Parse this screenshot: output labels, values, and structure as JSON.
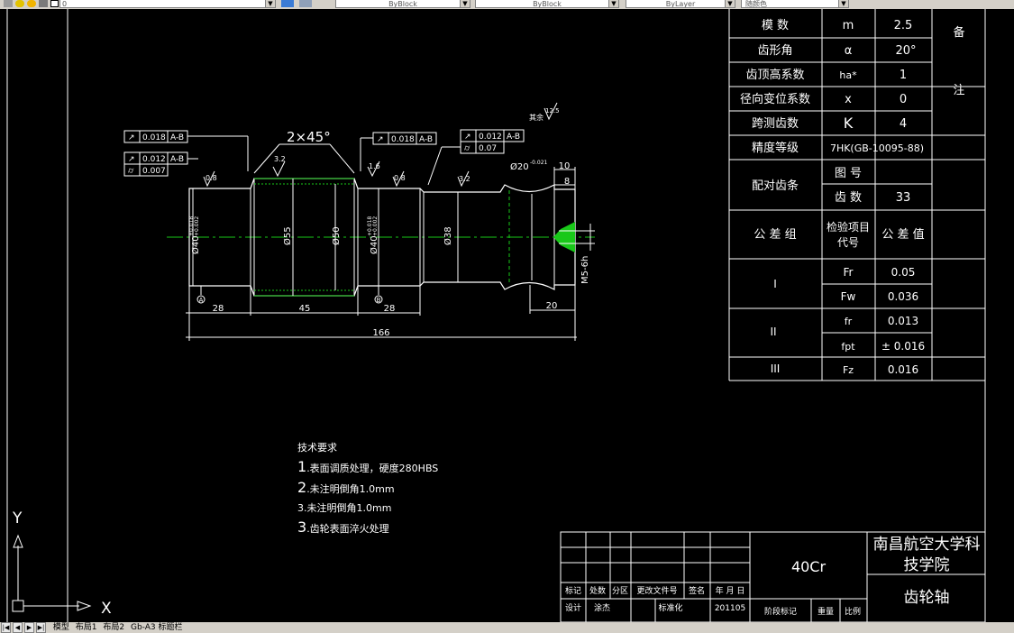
{
  "toolbar": {
    "layer_value": "0",
    "color_value": "ByBlock",
    "linetype_value": "ByBlock",
    "lineweight_value": "ByLayer",
    "plotstyle_value": "随颜色"
  },
  "icons": [
    "layer-state-icon",
    "lightbulb-icon",
    "sun-icon",
    "lock-icon",
    "color-square-icon",
    "match-prop-icon",
    "layers-icon"
  ],
  "params_table": {
    "rows": [
      {
        "name": "模 数",
        "symbol": "m",
        "value": "2.5"
      },
      {
        "name": "齿形角",
        "symbol": "α",
        "value": "20°"
      },
      {
        "name": "齿顶高系数",
        "symbol": "ha*",
        "value": "1"
      },
      {
        "name": "径向变位系数",
        "symbol": "x",
        "value": "0"
      },
      {
        "name": "跨测齿数",
        "symbol": "K",
        "value": "4"
      },
      {
        "name": "精度等级",
        "value": "7HK(GB-10095-88)"
      },
      {
        "name": "配对齿条",
        "sub": [
          {
            "label": "图 号",
            "value": ""
          },
          {
            "label": "齿 数",
            "value": "33"
          }
        ]
      }
    ],
    "tolerance_header": {
      "group": "公 差 组",
      "item": "检验项目代号",
      "value": "公 差 值"
    },
    "tolerance_rows": [
      {
        "group": "I",
        "items": [
          {
            "code": "Fr",
            "value": "0.05"
          },
          {
            "code": "Fw",
            "value": "0.036"
          }
        ]
      },
      {
        "group": "II",
        "items": [
          {
            "code": "fr",
            "value": "0.013"
          },
          {
            "code": "fpt",
            "value": "± 0.016"
          }
        ]
      },
      {
        "group": "III",
        "items": [
          {
            "code": "Fz",
            "value": "0.016"
          }
        ]
      }
    ],
    "remarks": [
      "备",
      "注"
    ]
  },
  "drawing": {
    "runout_frames": [
      {
        "value": "0.018",
        "ref": "A-B"
      },
      {
        "value": "0.012",
        "ref": "A-B"
      },
      {
        "value": "0.007"
      },
      {
        "value": "0.018",
        "ref": "A-B"
      },
      {
        "value": "0.012",
        "ref": "A-B"
      },
      {
        "value": "0.07"
      }
    ],
    "chamfer": "2×45°",
    "surface_finish": [
      "0.8",
      "3.2",
      "1.6",
      "0.8",
      "3.2",
      "12.5"
    ],
    "other_finish": "其余",
    "diameters": [
      "Ø40",
      "Ø55",
      "Ø50",
      "Ø40",
      "Ø38",
      "Ø20"
    ],
    "thread": "M5-6h",
    "tol_upper": "+0.018",
    "tol_lower": "+0.002",
    "tol_small": "-0.021",
    "lengths": [
      "28",
      "45",
      "28",
      "166",
      "20",
      "10",
      "8"
    ],
    "datum_a": "A",
    "datum_b": "B"
  },
  "tech_reqs": {
    "title": "技术要求",
    "items": [
      {
        "num": "1",
        "text": ".表面调质处理，硬度280HBS"
      },
      {
        "num": "2",
        "text": ".未注明倒角1.0mm"
      },
      {
        "num": "3",
        "text": ".未注明倒角1.0mm"
      },
      {
        "num": "3",
        "text": ".齿轮表面淬火处理"
      }
    ]
  },
  "title_block": {
    "material": "40Cr",
    "school": "南昌航空大学科技学院",
    "part_name": "齿轮轴",
    "row_labels": [
      "标记",
      "处数",
      "分区",
      "更改文件号",
      "签名",
      "年 月 日"
    ],
    "design_label": "设计",
    "designer": "涂杰",
    "standardize_label": "标准化",
    "date": "201105",
    "stage_label": "阶段标记",
    "weight_label": "重量",
    "scale_label": "比例"
  },
  "ucs": {
    "x": "X",
    "y": "Y"
  },
  "statusbar": {
    "tabs": [
      "模型",
      "布局1",
      "布局2",
      "Gb-A3 标题栏"
    ]
  }
}
